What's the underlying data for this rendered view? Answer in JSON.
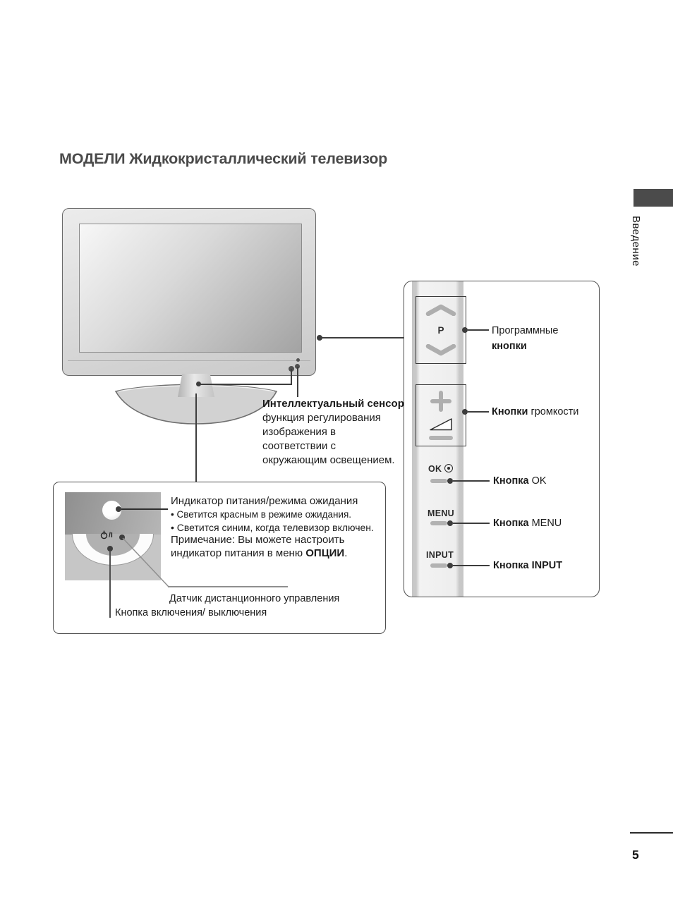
{
  "page": {
    "title": "МОДЕЛИ Жидкокристаллический телевизор",
    "side_tab": "Введение",
    "page_number": "5"
  },
  "side_panel": {
    "p_button": "P",
    "ok_button": "OK",
    "menu_button": "MENU",
    "input_button": "INPUT",
    "labels": {
      "program_line1": "Программные",
      "program_line2": "кнопки",
      "volume_bold": "Кнопки ",
      "volume_rest": "громкости",
      "ok_bold": "Кнопка ",
      "ok_rest": "OK",
      "menu_bold": "Кнопка ",
      "menu_rest": "MENU",
      "input_bold": "Кнопка ",
      "input_rest": "INPUT"
    }
  },
  "sensor_note": {
    "title": "Интеллектуальный сенсор",
    "line1": "функция регулирования",
    "line2": "изображения в",
    "line3": "соответствии с",
    "line4": "окружающим освещением."
  },
  "power_box": {
    "power_mark": "/I",
    "heading": "Индикатор питания/режима ожидания",
    "bullet1": "• Светится красным в режиме ожидания.",
    "bullet2": "• Светится синим, когда телевизор включен.",
    "note_line1": "Примечание: Вы можете настроить",
    "note_line2_pre": "индикатор питания в меню ",
    "note_line2_bold": "ОПЦИИ",
    "note_line2_post": ".",
    "remote_sensor_label": "Датчик дистанционного управления",
    "power_button_label": "Кнопка включения/ выключения"
  },
  "colors": {
    "tab_dark": "#4b4b4b",
    "line_dark": "#3d3d3d",
    "button_gray": "#b2b2b2"
  }
}
